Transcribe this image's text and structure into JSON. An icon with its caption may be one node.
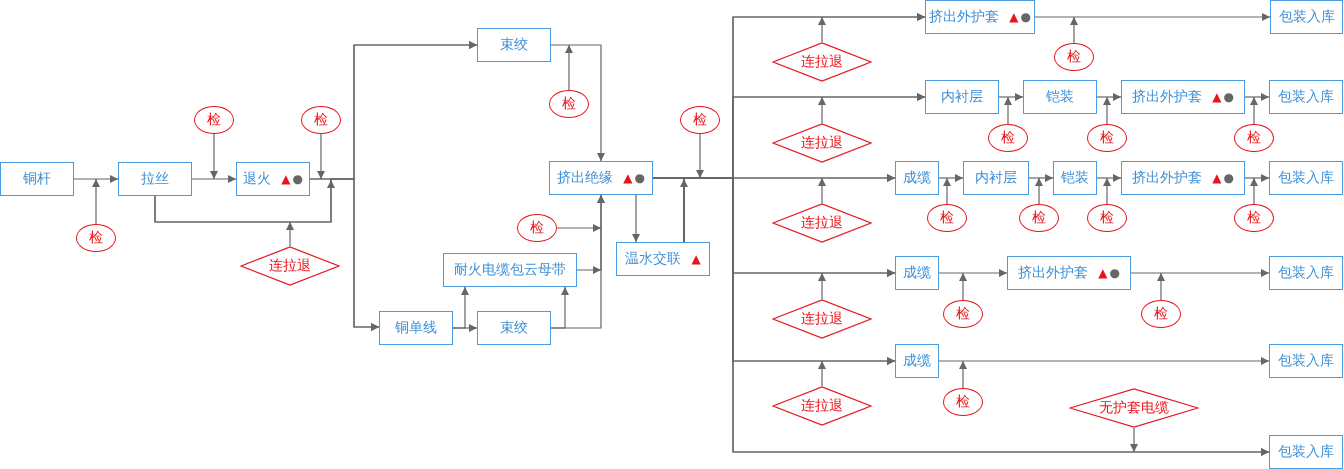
{
  "diagram": {
    "nodes": [
      {
        "text": [
          "铜杆"
        ]
      },
      {
        "text": [
          "拉丝"
        ]
      },
      {
        "text": [
          "退火",
          "▲",
          "●"
        ]
      },
      {
        "text": [
          "检"
        ]
      },
      {
        "text": [
          "检"
        ]
      },
      {
        "text": [
          "检"
        ]
      },
      {
        "text": [
          "连拉退"
        ]
      },
      {
        "text": [
          "束绞"
        ]
      },
      {
        "text": [
          "检"
        ]
      },
      {
        "text": [
          "挤出绝缘",
          "▲",
          "●"
        ]
      },
      {
        "text": [
          "检"
        ]
      },
      {
        "text": [
          "耐火电缆包云母带"
        ]
      },
      {
        "text": [
          "铜单线"
        ]
      },
      {
        "text": [
          "束绞"
        ]
      },
      {
        "text": [
          "温水交联",
          "▲"
        ]
      },
      {
        "text": [
          "检"
        ]
      },
      {
        "text": [
          "连拉退"
        ]
      },
      {
        "text": [
          "挤出外护套",
          "▲",
          "●"
        ]
      },
      {
        "text": [
          "检"
        ]
      },
      {
        "text": [
          "包装入库"
        ]
      },
      {
        "text": [
          "连拉退"
        ]
      },
      {
        "text": [
          "内衬层"
        ]
      },
      {
        "text": [
          "铠装"
        ]
      },
      {
        "text": [
          "挤出外护套",
          "▲",
          "●"
        ]
      },
      {
        "text": [
          "包装入库"
        ]
      },
      {
        "text": [
          "检"
        ]
      },
      {
        "text": [
          "检"
        ]
      },
      {
        "text": [
          "检"
        ]
      },
      {
        "text": [
          "连拉退"
        ]
      },
      {
        "text": [
          "成缆"
        ]
      },
      {
        "text": [
          "内衬层"
        ]
      },
      {
        "text": [
          "铠装"
        ]
      },
      {
        "text": [
          "挤出外护套",
          "▲",
          "●"
        ]
      },
      {
        "text": [
          "包装入库"
        ]
      },
      {
        "text": [
          "检"
        ]
      },
      {
        "text": [
          "检"
        ]
      },
      {
        "text": [
          "检"
        ]
      },
      {
        "text": [
          "检"
        ]
      },
      {
        "text": [
          "连拉退"
        ]
      },
      {
        "text": [
          "成缆"
        ]
      },
      {
        "text": [
          "挤出外护套",
          "▲",
          "●"
        ]
      },
      {
        "text": [
          "包装入库"
        ]
      },
      {
        "text": [
          "检"
        ]
      },
      {
        "text": [
          "检"
        ]
      },
      {
        "text": [
          "连拉退"
        ]
      },
      {
        "text": [
          "成缆"
        ]
      },
      {
        "text": [
          "包装入库"
        ]
      },
      {
        "text": [
          "检"
        ]
      },
      {
        "text": [
          "无护套电缆"
        ]
      },
      {
        "text": [
          "包装入库"
        ]
      }
    ],
    "edges": [
      {
        "from": 0,
        "to": 1,
        "arrow": "to"
      },
      {
        "from": 1,
        "to": 2,
        "arrow": "to"
      },
      {
        "from": 1,
        "to": 7,
        "arrow": "to"
      },
      {
        "from": 1,
        "to": 12,
        "arrow": "to"
      },
      {
        "from": 2,
        "to": 7,
        "arrow": "to"
      },
      {
        "from": 2,
        "to": 12,
        "arrow": "to"
      },
      {
        "from": 7,
        "to": 9,
        "arrow": "to"
      },
      {
        "from": 12,
        "to": 13,
        "arrow": "to"
      },
      {
        "from": 12,
        "to": 11,
        "arrow": "to"
      },
      {
        "from": 13,
        "to": 11,
        "arrow": "to"
      },
      {
        "from": 13,
        "to": 9,
        "arrow": "to"
      },
      {
        "from": 11,
        "to": 9,
        "arrow": "to"
      },
      {
        "from": 9,
        "to": 14,
        "arrow": "to"
      },
      {
        "from": 9,
        "to": 17,
        "arrow": "to"
      },
      {
        "from": 9,
        "to": 21,
        "arrow": "to"
      },
      {
        "from": 9,
        "to": 29,
        "arrow": "to"
      },
      {
        "from": 9,
        "to": 39,
        "arrow": "to"
      },
      {
        "from": 9,
        "to": 45,
        "arrow": "to"
      },
      {
        "from": 9,
        "to": 49,
        "arrow": "to"
      },
      {
        "from": 14,
        "to": 17,
        "arrow": "to"
      },
      {
        "from": 14,
        "to": 21,
        "arrow": "to"
      },
      {
        "from": 14,
        "to": 29,
        "arrow": "to"
      },
      {
        "from": 14,
        "to": 39,
        "arrow": "to"
      },
      {
        "from": 14,
        "to": 45,
        "arrow": "to"
      },
      {
        "from": 14,
        "to": 49,
        "arrow": "to"
      },
      {
        "from": 17,
        "to": 19,
        "arrow": "to"
      },
      {
        "from": 21,
        "to": 22,
        "arrow": "to"
      },
      {
        "from": 22,
        "to": 23,
        "arrow": "to"
      },
      {
        "from": 23,
        "to": 24,
        "arrow": "to"
      },
      {
        "from": 29,
        "to": 30,
        "arrow": "to"
      },
      {
        "from": 30,
        "to": 31,
        "arrow": "to"
      },
      {
        "from": 31,
        "to": 32,
        "arrow": "to"
      },
      {
        "from": 32,
        "to": 33,
        "arrow": "to"
      },
      {
        "from": 39,
        "to": 40,
        "arrow": "to"
      },
      {
        "from": 40,
        "to": 41,
        "arrow": "to"
      },
      {
        "from": 45,
        "to": 46,
        "arrow": "to"
      },
      {
        "from": 3,
        "to": 0,
        "arrow": "to"
      },
      {
        "from": 4,
        "to": 1,
        "arrow": "to"
      },
      {
        "from": 5,
        "to": 2,
        "arrow": "to"
      },
      {
        "from": 6,
        "to": 2,
        "arrow": "to"
      },
      {
        "from": 8,
        "to": 7,
        "arrow": "to"
      },
      {
        "from": 10,
        "to": 14,
        "arrow": "to"
      },
      {
        "from": 15,
        "to": null,
        "arrow": "to"
      },
      {
        "from": 16,
        "to": null,
        "arrow": "to"
      },
      {
        "from": 18,
        "to": null,
        "arrow": "to"
      },
      {
        "from": 20,
        "to": 16,
        "arrow": "to"
      },
      {
        "from": 25,
        "to": 21,
        "arrow": "to"
      },
      {
        "from": 26,
        "to": 22,
        "arrow": "to"
      },
      {
        "from": 27,
        "to": 24,
        "arrow": "to"
      },
      {
        "from": 28,
        "to": 20,
        "arrow": "to"
      },
      {
        "from": 34,
        "to": 29,
        "arrow": "to"
      },
      {
        "from": 35,
        "to": 30,
        "arrow": "to"
      },
      {
        "from": 36,
        "to": 31,
        "arrow": "to"
      },
      {
        "from": 37,
        "to": 33,
        "arrow": "to"
      },
      {
        "from": 38,
        "to": null,
        "arrow": "to"
      },
      {
        "from": 42,
        "to": 39,
        "arrow": "to"
      },
      {
        "from": 43,
        "to": null,
        "arrow": "to"
      },
      {
        "from": 44,
        "to": 38,
        "arrow": "to"
      },
      {
        "from": 47,
        "to": 45,
        "arrow": "to"
      },
      {
        "from": 48,
        "to": null,
        "arrow": "to"
      }
    ]
  }
}
